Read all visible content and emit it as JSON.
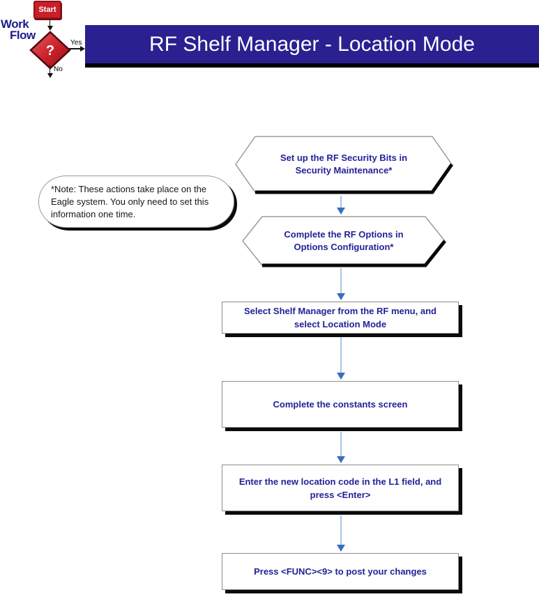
{
  "workflow_logo": {
    "start_label": "Start",
    "brand_top": "Work",
    "brand_bottom": "Flow",
    "question_mark": "?",
    "yes_label": "Yes",
    "no_label": "No"
  },
  "banner": {
    "title": "RF Shelf Manager - Location Mode"
  },
  "note": {
    "line1": "*Note: These actions take place on the",
    "line2": "Eagle system. You only need to set this",
    "line3": "information one time."
  },
  "flow": {
    "steps": [
      {
        "shape": "hexagon",
        "line1": "Set up the RF Security Bits in",
        "line2": "Security Maintenance*"
      },
      {
        "shape": "hexagon",
        "line1": "Complete the RF Options in",
        "line2": "Options Configuration*"
      },
      {
        "shape": "rectangle",
        "line1": "Select Shelf Manager from the RF menu, and",
        "line2": "select Location Mode"
      },
      {
        "shape": "rectangle",
        "line1": "Complete the constants screen",
        "line2": ""
      },
      {
        "shape": "rectangle",
        "line1": "Enter the new location code in the L1 field, and",
        "line2": "press <Enter>"
      },
      {
        "shape": "rectangle",
        "line1": "Press <FUNC><9> to post your changes",
        "line2": ""
      }
    ]
  },
  "colors": {
    "banner_bg": "#2a2090",
    "step_text": "#232297",
    "accent_red": "#c8202a",
    "arrow_line": "#a9c6e8",
    "arrow_head": "#3b6cc0",
    "shadow": "#0b0b0b"
  }
}
